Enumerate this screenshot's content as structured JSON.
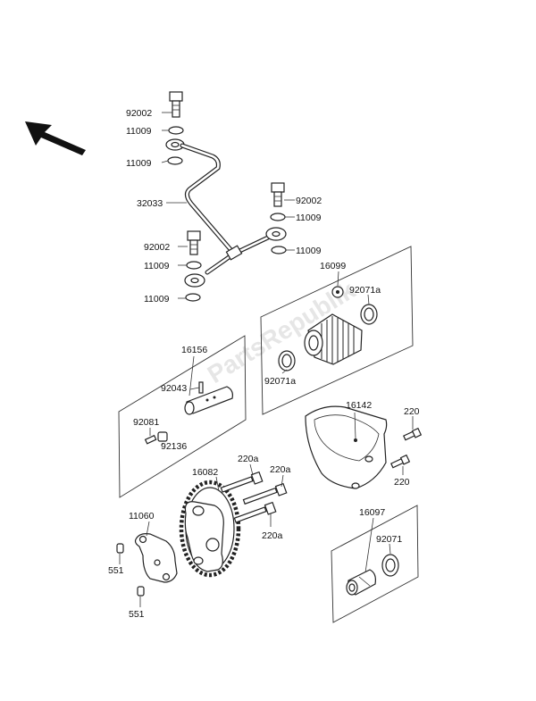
{
  "diagram": {
    "labels": {
      "l_92002_a": "92002",
      "l_11009_a": "11009",
      "l_11009_b": "11009",
      "l_32033": "32033",
      "l_92002_b": "92002",
      "l_11009_c": "11009",
      "l_92002_c": "92002",
      "l_11009_d": "11009",
      "l_11009_e": "11009",
      "l_11009_f": "11009",
      "l_16099": "16099",
      "l_92071a_a": "92071a",
      "l_92071a_b": "92071a",
      "l_16156": "16156",
      "l_92043": "92043",
      "l_92081": "92081",
      "l_92136": "92136",
      "l_16142": "16142",
      "l_220_a": "220",
      "l_220_b": "220",
      "l_220a_a": "220a",
      "l_220a_b": "220a",
      "l_220a_c": "220a",
      "l_16082": "16082",
      "l_11060": "11060",
      "l_551_a": "551",
      "l_551_b": "551",
      "l_16097": "16097",
      "l_92071": "92071"
    },
    "watermark": "PartsRepublik",
    "icons": {
      "direction": "front-direction-arrow-icon"
    }
  }
}
